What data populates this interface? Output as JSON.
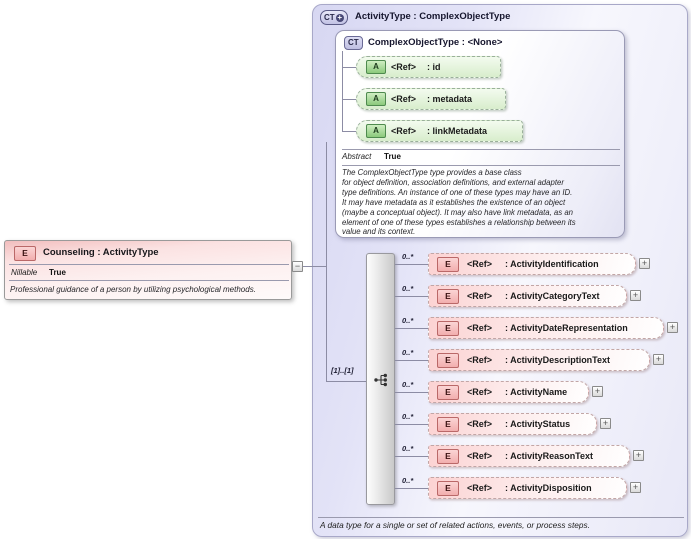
{
  "icons": {
    "plus": "+",
    "minus": "−"
  },
  "element_box": {
    "badge": "E",
    "title": "Counseling : ActivityType",
    "nillable_label": "Nillable",
    "nillable_value": "True",
    "description": "Professional guidance of a person by utilizing psychological methods."
  },
  "type_box": {
    "badge": "CT",
    "title": "ActivityType : ComplexObjectType",
    "footer": "A data type for a single or set of related actions, events, or process steps.",
    "base_box": {
      "badge": "CT",
      "title": "ComplexObjectType : <None>",
      "attributes": [
        {
          "badge": "A",
          "ref": "<Ref>",
          "label": ": id"
        },
        {
          "badge": "A",
          "ref": "<Ref>",
          "label": ": metadata"
        },
        {
          "badge": "A",
          "ref": "<Ref>",
          "label": ": linkMetadata"
        }
      ],
      "abstract_label": "Abstract",
      "abstract_value": "True",
      "description": "The ComplexObjectType type provides a base class\nfor object definition, association definitions, and external adapter\ntype definitions. An instance of one of these types may have an ID.\nIt may have metadata as it establishes the existence of an object\n(maybe a conceptual object). It may also have link metadata, as an\nelement of one of these types establishes a relationship between its\nvalue and its context."
    },
    "sequence": {
      "cardinality": "[1]..[1]",
      "elements": [
        {
          "cardinality": "0..*",
          "badge": "E",
          "ref": "<Ref>",
          "label": ": ActivityIdentification"
        },
        {
          "cardinality": "0..*",
          "badge": "E",
          "ref": "<Ref>",
          "label": ": ActivityCategoryText"
        },
        {
          "cardinality": "0..*",
          "badge": "E",
          "ref": "<Ref>",
          "label": ": ActivityDateRepresentation"
        },
        {
          "cardinality": "0..*",
          "badge": "E",
          "ref": "<Ref>",
          "label": ": ActivityDescriptionText"
        },
        {
          "cardinality": "0..*",
          "badge": "E",
          "ref": "<Ref>",
          "label": ": ActivityName"
        },
        {
          "cardinality": "0..*",
          "badge": "E",
          "ref": "<Ref>",
          "label": ": ActivityStatus"
        },
        {
          "cardinality": "0..*",
          "badge": "E",
          "ref": "<Ref>",
          "label": ": ActivityReasonText"
        },
        {
          "cardinality": "0..*",
          "badge": "E",
          "ref": "<Ref>",
          "label": ": ActivityDisposition"
        }
      ]
    }
  }
}
